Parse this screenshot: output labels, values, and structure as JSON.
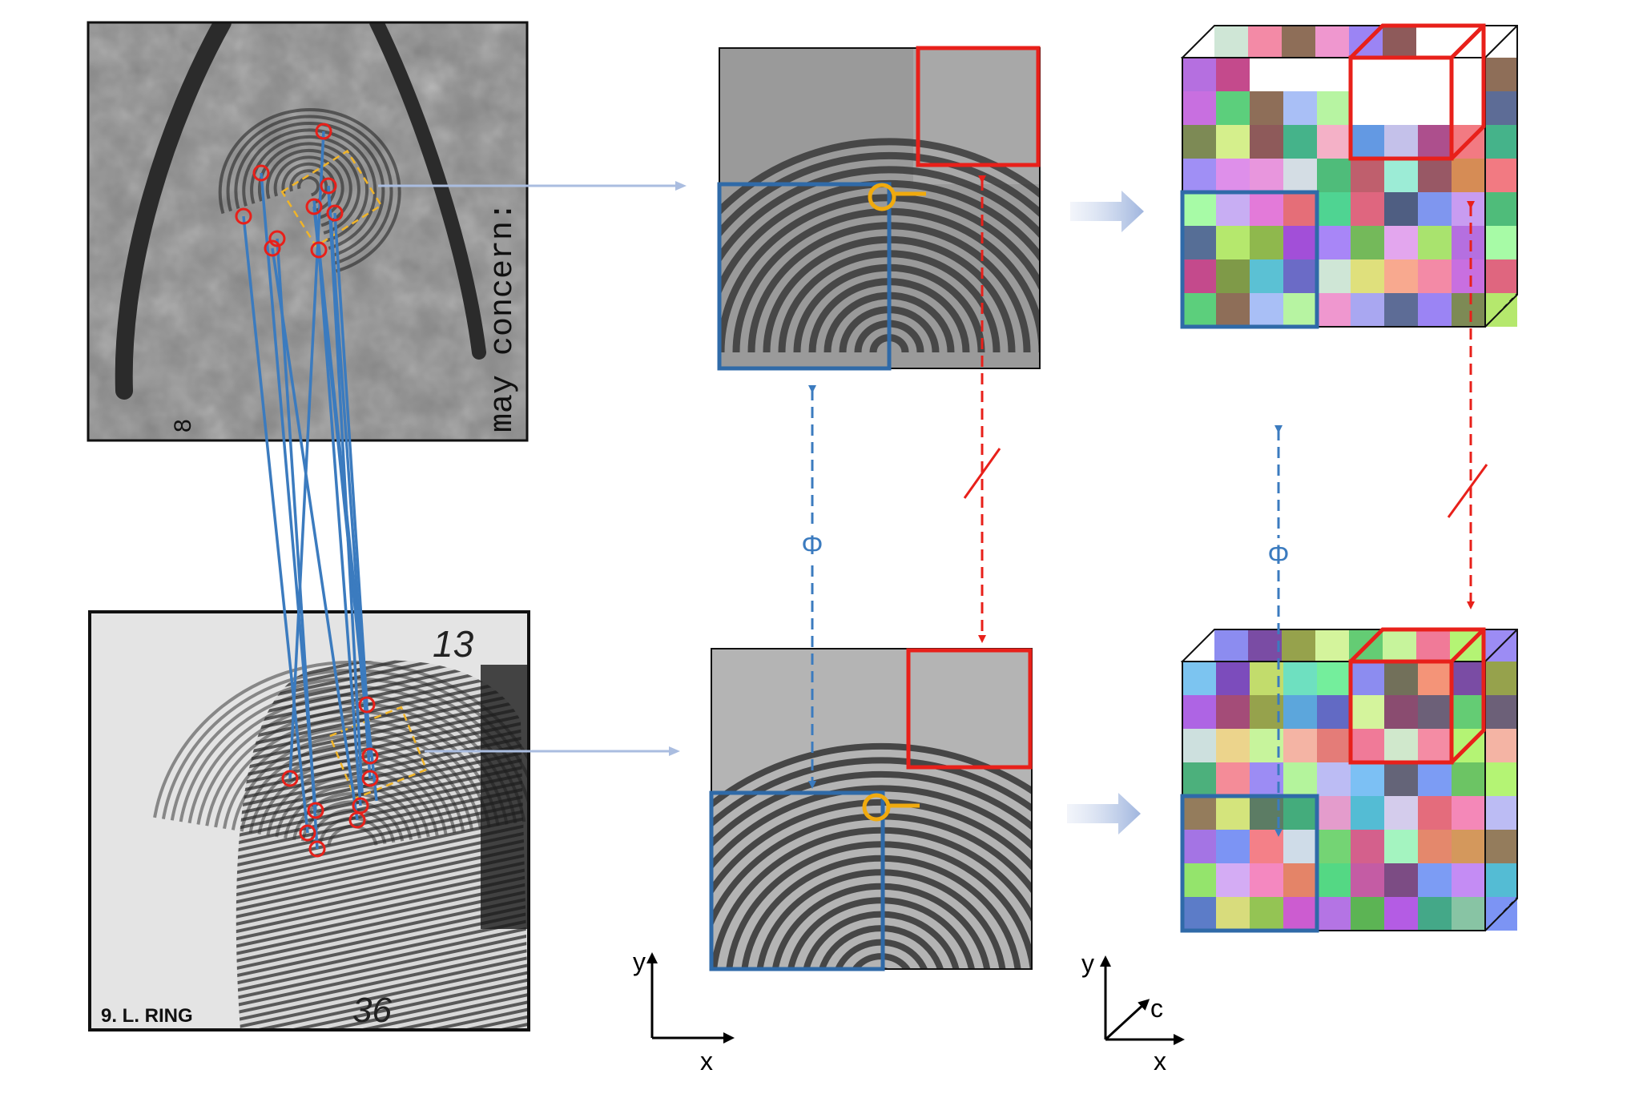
{
  "latent_print": {
    "rotated_text": "may concern:",
    "corner_mark": "8",
    "background": "#8a8a8a"
  },
  "rolled_print": {
    "finger_label": "9. L. RING",
    "top_number": "13",
    "bottom_note": "36",
    "background": "#e4e4e4"
  },
  "operators": {
    "equivalence": "Φ",
    "non_equivalence_slash": "/"
  },
  "axes_2d": {
    "x": "x",
    "y": "y"
  },
  "axes_3d": {
    "x": "x",
    "y": "y",
    "c": "c"
  },
  "colors": {
    "minutiae": "#e8201a",
    "correspondence": "#3b7bbf",
    "blue_region": "#2f6aa8",
    "red_region": "#e8201a",
    "singular_point": "#f0aa0e",
    "projection_arrow": "#aabde0",
    "crop_box": "#f0b428"
  },
  "feature_grid": {
    "rows": 8,
    "cols": 9,
    "upper_palette": [
      "#b56fe0",
      "#c44a8c",
      "#7f9a48",
      "#5bc1d4",
      "#6b6bc6",
      "#cfe6d6",
      "#dfe07c",
      "#f8a98f",
      "#f38aa6",
      "#c86fe0",
      "#5ccf7c",
      "#8e6e58",
      "#a9bff6",
      "#b7f4a2",
      "#ef97cf",
      "#a9a7f1",
      "#5d6c96",
      "#9b84f4",
      "#7d8a55",
      "#d5ef8c",
      "#8e5a5a",
      "#45b38a",
      "#f4b1c7",
      "#6399e3",
      "#c4c1ea",
      "#ad4f8d",
      "#f27a82",
      "#a08ff5",
      "#de8fea",
      "#e896dd",
      "#d4dde4",
      "#4fbc7a",
      "#bf5f6d",
      "#9cecd6",
      "#985865",
      "#d68c55",
      "#a7fba6",
      "#c8aef3",
      "#e37ad9",
      "#e56e78",
      "#4fd492",
      "#df667f",
      "#4f5e82",
      "#7f96ef",
      "#c89cf1",
      "#566e96",
      "#b5e86d",
      "#8fb84d",
      "#a24fd8",
      "#a886f7",
      "#74b95a",
      "#e3a6ee",
      "#a9e36e"
    ],
    "lower_palette": [
      "#7cc4f0",
      "#7c4cbc",
      "#c2dc6c",
      "#6ee0c0",
      "#74ee9c",
      "#8c8cf0",
      "#72705a",
      "#f49478",
      "#7a4ca4",
      "#ae64e4",
      "#a44c78",
      "#96a24c",
      "#5ca6dc",
      "#626ac4",
      "#d4f49c",
      "#8a4c70",
      "#6c6078",
      "#64cc74",
      "#cde0de",
      "#ecd48c",
      "#c7f49c",
      "#f4b4a4",
      "#e47c78",
      "#f07a98",
      "#d0e8cc",
      "#f48ca4",
      "#b4f474",
      "#4cb07c",
      "#f48c98",
      "#9c8cf4",
      "#b4f49c",
      "#bcbcf4",
      "#7cc0f4",
      "#646478",
      "#7c9cf4",
      "#6cc464",
      "#947c5c",
      "#d4e47c",
      "#5c7c64",
      "#44ac7c",
      "#e49ccc",
      "#54bcd4",
      "#d4ccec",
      "#e46c7c",
      "#f488b8",
      "#a474e4",
      "#7c94f4",
      "#f48088",
      "#cfdce8",
      "#74d474",
      "#d4608c",
      "#a4f4c0",
      "#e4886c",
      "#d4985c",
      "#94e46c",
      "#d4acf4",
      "#f488c0",
      "#e48468",
      "#54d884",
      "#c45ca4",
      "#7c4c84",
      "#7c9cf4",
      "#c48cf4",
      "#5c7cc8",
      "#d8dc7c",
      "#94c454",
      "#cc5cd0",
      "#b474e4",
      "#5cb454",
      "#b45ce4",
      "#44a888",
      "#88c4a4"
    ]
  }
}
